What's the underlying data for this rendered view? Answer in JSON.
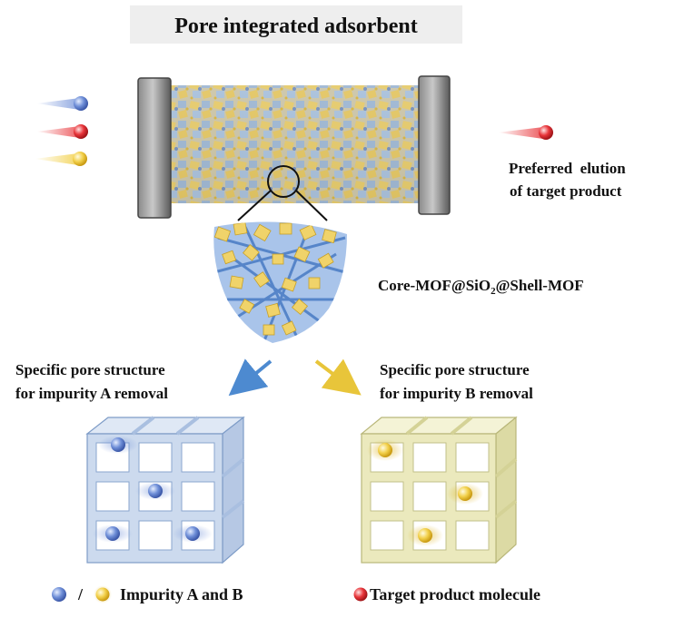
{
  "title": "Pore integrated adsorbent",
  "elution_label": {
    "line1": "Preferred  elution",
    "line2": "of target product"
  },
  "core_label": {
    "pre": "Core-MOF@SiO",
    "sub": "2",
    "post": "@Shell-MOF"
  },
  "left_caption": {
    "line1": "Specific pore structure",
    "line2": "for impurity A removal"
  },
  "right_caption": {
    "line1": "Specific pore structure",
    "line2": "for impurity B removal"
  },
  "legend": {
    "separator": "/",
    "impurity_label": "Impurity A and B",
    "target_label": "Target product molecule"
  },
  "colors": {
    "impurity_a": "#6f8fd8",
    "impurity_b": "#f2d04a",
    "target": "#e8353a",
    "frame_a": "#c9d8ec",
    "frame_b": "#ecebbc",
    "title_bg": "#eeeeee"
  }
}
